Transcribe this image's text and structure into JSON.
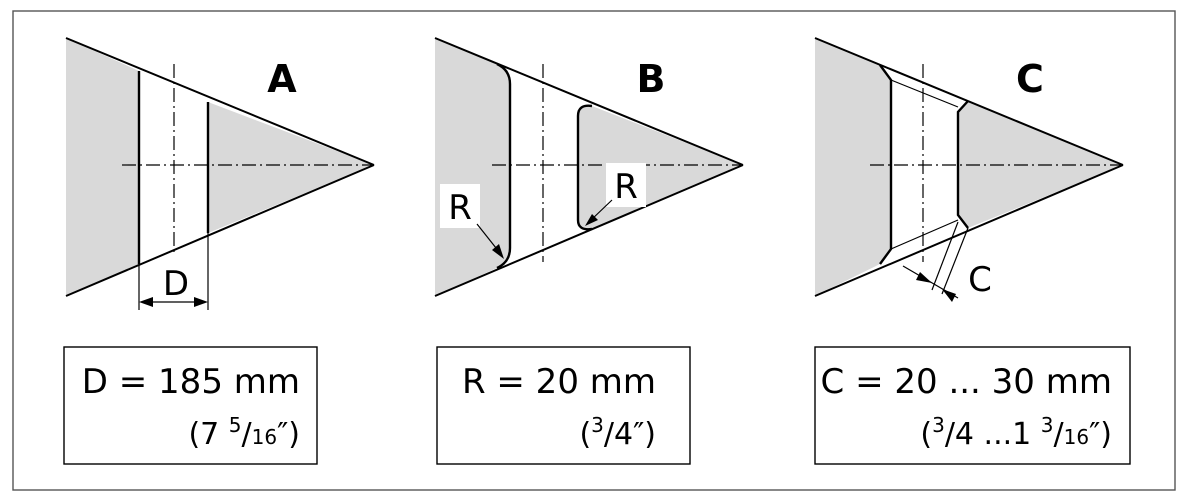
{
  "panels": [
    {
      "title": "A",
      "dimension_label": "D",
      "formula": "D = 185 mm",
      "imperial": {
        "open": "(7 ",
        "sup": "5",
        "mid": "/",
        "sub": "16",
        "close": "″)"
      }
    },
    {
      "title": "B",
      "dimension_label": "R",
      "formula": "R = 20 mm",
      "imperial": {
        "open": "(",
        "sup": "3",
        "mid": "/4″)"
      }
    },
    {
      "title": "C",
      "dimension_label": "C",
      "formula": "C = 20 ... 30 mm",
      "imperial": {
        "open": "(",
        "sup": "3",
        "mid": "/4 ...1 ",
        "sup2": "3",
        "mid2": "/",
        "sub": "16",
        "close": "″)"
      }
    }
  ],
  "colors": {
    "shade": "#d9d9d9",
    "line": "#000000",
    "frame": "#555555"
  }
}
